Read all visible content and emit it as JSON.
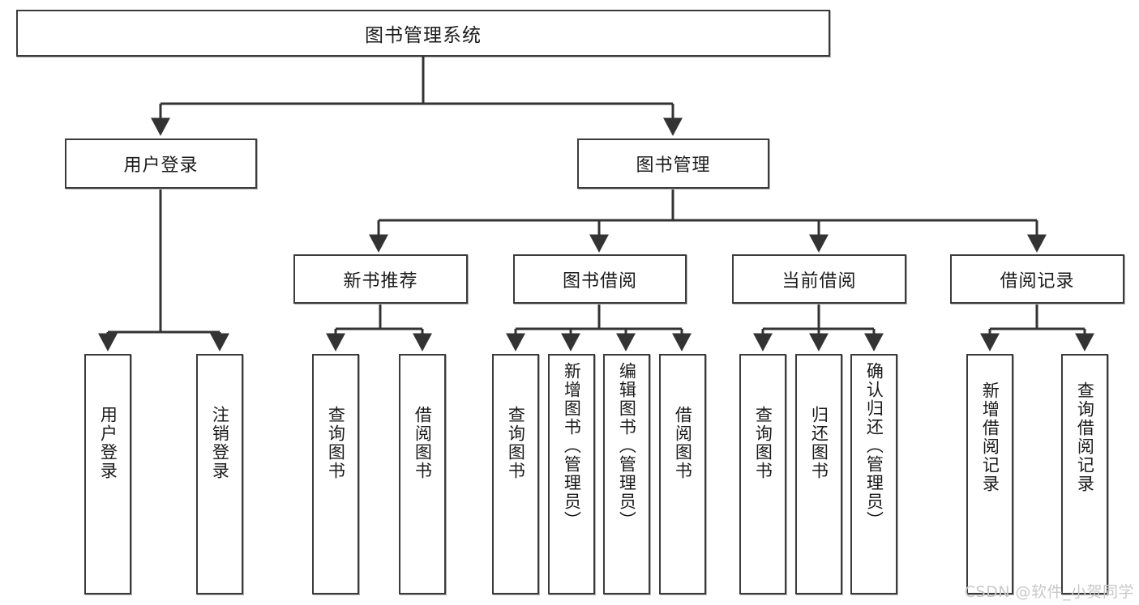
{
  "diagram": {
    "title": "图书管理系统",
    "type": "tree",
    "root": {
      "label": "图书管理系统"
    },
    "level2": [
      {
        "label": "用户登录"
      },
      {
        "label": "图书管理"
      }
    ],
    "level3": [
      {
        "label": "新书推荐"
      },
      {
        "label": "图书借阅"
      },
      {
        "label": "当前借阅"
      },
      {
        "label": "借阅记录"
      }
    ],
    "leaves": {
      "user_login": [
        {
          "label": "用户登录"
        },
        {
          "label": "注销登录"
        }
      ],
      "new_book_recommend": [
        {
          "label": "查询图书"
        },
        {
          "label": "借阅图书"
        }
      ],
      "book_borrow": [
        {
          "label": "查询图书"
        },
        {
          "label": "新增图书（管理员）"
        },
        {
          "label": "编辑图书（管理员）"
        },
        {
          "label": "借阅图书"
        }
      ],
      "current_borrow": [
        {
          "label": "查询图书"
        },
        {
          "label": "归还图书"
        },
        {
          "label": "确认归还（管理员）"
        }
      ],
      "borrow_records": [
        {
          "label": "新增借阅记录"
        },
        {
          "label": "查询借阅记录"
        }
      ]
    }
  },
  "watermark": {
    "text": "CSDN @软件_小贺同学"
  },
  "colors": {
    "box_border": "#3b3b3b",
    "box_fill": "#ffffff",
    "text": "#1a1a1a",
    "connector": "#333333",
    "watermark": "#c9c9c9"
  }
}
